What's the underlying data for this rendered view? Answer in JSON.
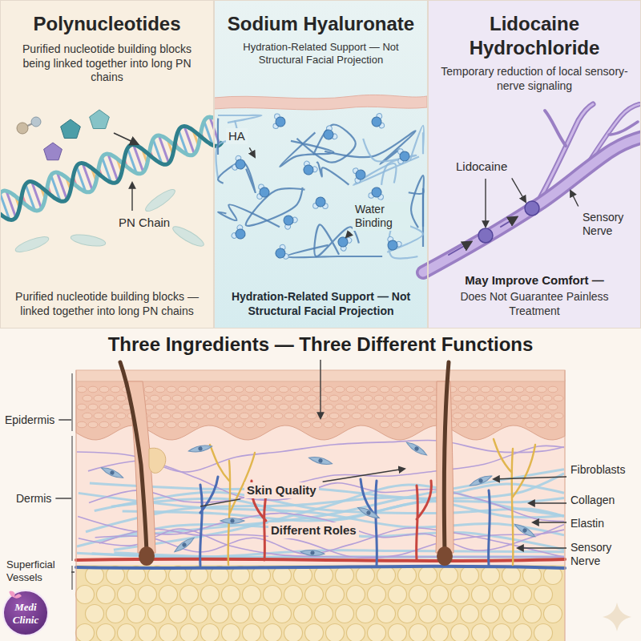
{
  "diagram": {
    "title": "Three Ingredients — Three Different Functions",
    "nodes": [
      {
        "text": [
          "Polynucleotides",
          "Purified nucleotide building blocks being linked together into long PN chains",
          "Purified nucleotide building blocks — linked together into long PN chains"
        ]
      },
      {
        "text": [
          "Sodium Hyaluronate",
          "Hydration-Related Support — Not Structural Facial Projection",
          "Hydration-Related Support — Not Structural Facial Projection"
        ]
      },
      {
        "text": [
          "Lidocaine Hydrochloride",
          "Temporary reduction of local sensory-nerve signaling",
          "May Improve Comfort —",
          "Does Not Guarantee Painless Treatment"
        ]
      }
    ],
    "labels": [
      "PN Chain",
      "HA",
      "Water Binding",
      "Lidocaine",
      "Sensory Nerve",
      "Epidermis",
      "Dermis",
      "Superficial Vessels",
      "Fibroblasts",
      "Collagen",
      "Elastin",
      "Sensory Nerve",
      "Skin Quality",
      "Different Roles",
      "Medi Clinic"
    ]
  }
}
